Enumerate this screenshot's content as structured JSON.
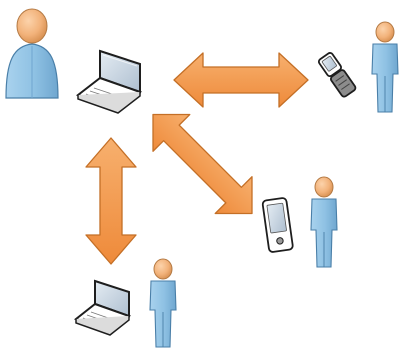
{
  "diagram": {
    "kind": "communication-network",
    "nodes": [
      {
        "id": "user-main",
        "icon": "person-bust-icon"
      },
      {
        "id": "device-main",
        "icon": "laptop-icon"
      },
      {
        "id": "user-phone",
        "icon": "standing-person-icon",
        "device": "flip-phone-icon"
      },
      {
        "id": "user-pda",
        "icon": "standing-person-icon",
        "device": "pda-icon"
      },
      {
        "id": "user-laptop",
        "icon": "standing-person-icon",
        "device": "laptop-icon"
      }
    ],
    "links": [
      {
        "from": "device-main",
        "to": "user-phone",
        "direction": "both"
      },
      {
        "from": "device-main",
        "to": "user-pda",
        "direction": "both"
      },
      {
        "from": "device-main",
        "to": "user-laptop",
        "direction": "both"
      }
    ]
  },
  "colors": {
    "arrow_fill": "#f39a4d",
    "arrow_stroke": "#c46f26",
    "person_body": "#8ec1e3",
    "person_body_shade": "#6fa6cf",
    "person_body_stroke": "#4a7fa8",
    "person_head": "#f2b27a",
    "person_head_stroke": "#b47a44",
    "device_body": "#ffffff",
    "device_stroke": "#1e1e1e",
    "screen": "#c9d6e3"
  }
}
